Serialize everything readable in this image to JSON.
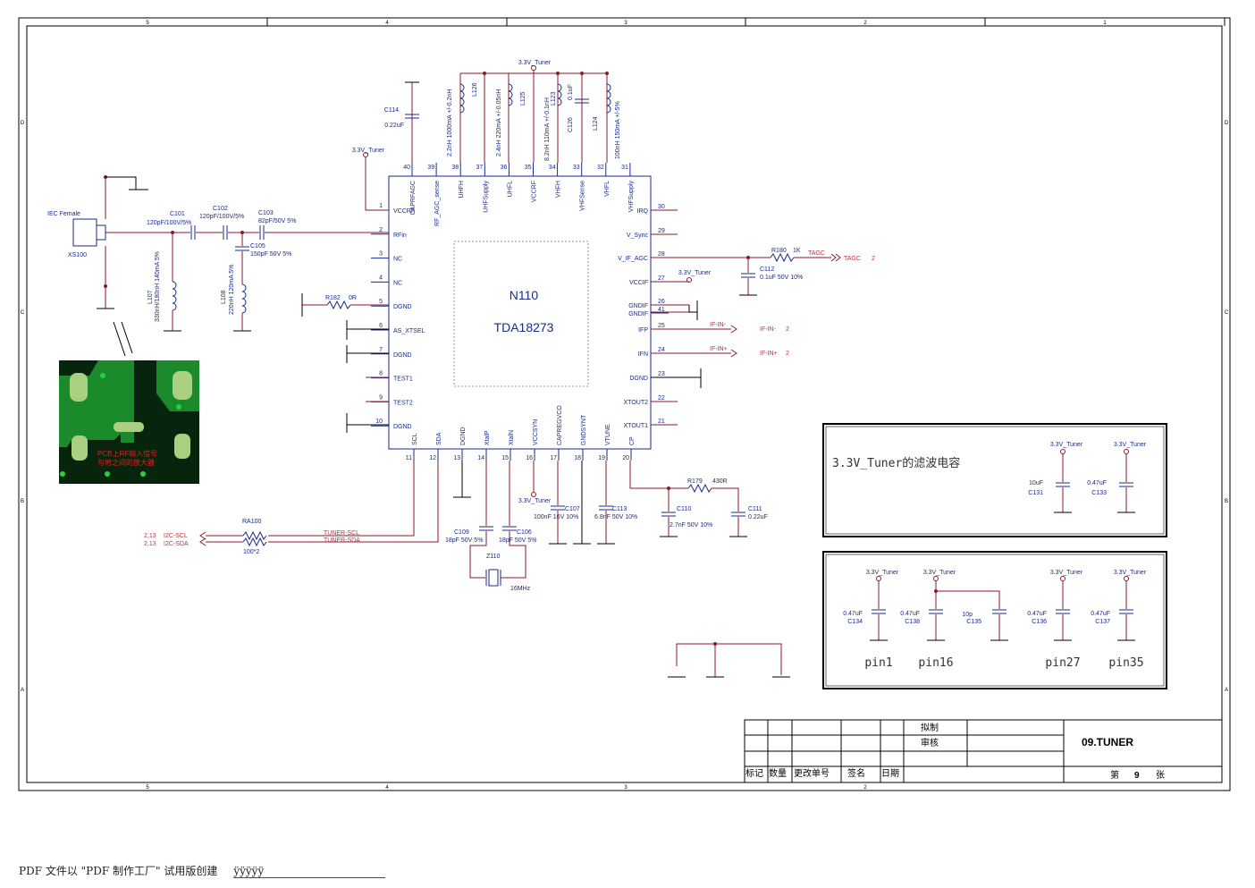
{
  "border": {
    "col_top": [
      "5",
      "4",
      "3",
      "2",
      "1"
    ],
    "col_bottom": [
      "5",
      "4",
      "3",
      "2"
    ],
    "rows": [
      "D",
      "C",
      "B",
      "A"
    ]
  },
  "chip": {
    "ref": "N110",
    "part": "TDA18273"
  },
  "pins_left": [
    {
      "num": "1",
      "name": "VCCRF"
    },
    {
      "num": "2",
      "name": "RFin"
    },
    {
      "num": "3",
      "name": "NC"
    },
    {
      "num": "4",
      "name": "NC"
    },
    {
      "num": "5",
      "name": "DGND"
    },
    {
      "num": "6",
      "name": "AS_XTSEL"
    },
    {
      "num": "7",
      "name": "DGND"
    },
    {
      "num": "8",
      "name": "TEST1"
    },
    {
      "num": "9",
      "name": "TEST2"
    },
    {
      "num": "10",
      "name": "DGND"
    }
  ],
  "pins_right": [
    {
      "num": "30",
      "name": "IRQ"
    },
    {
      "num": "29",
      "name": "V_Sync"
    },
    {
      "num": "28",
      "name": "V_IF_AGC"
    },
    {
      "num": "27",
      "name": "VCCIF"
    },
    {
      "num": "26",
      "name": "GNDIF"
    },
    {
      "num": "41",
      "name": "GNDIF"
    },
    {
      "num": "25",
      "name": "IFP"
    },
    {
      "num": "24",
      "name": "IFN"
    },
    {
      "num": "23",
      "name": "DGND"
    },
    {
      "num": "22",
      "name": "XTOUT2"
    },
    {
      "num": "21",
      "name": "XTOUT1"
    }
  ],
  "pins_top": [
    {
      "num": "40",
      "name": "CAPRFAGC"
    },
    {
      "num": "39",
      "name": "RF_AGC_sense"
    },
    {
      "num": "38",
      "name": "UHFH"
    },
    {
      "num": "37",
      "name": "UHFSupply"
    },
    {
      "num": "36",
      "name": "UHFL"
    },
    {
      "num": "35",
      "name": "VCCRF"
    },
    {
      "num": "34",
      "name": "VHFH"
    },
    {
      "num": "33",
      "name": "VHFSense"
    },
    {
      "num": "32",
      "name": "VHFL"
    },
    {
      "num": "31",
      "name": "VHFSupply"
    }
  ],
  "pins_bottom": [
    {
      "num": "11",
      "name": "SCL"
    },
    {
      "num": "12",
      "name": "SDA"
    },
    {
      "num": "13",
      "name": "DGND"
    },
    {
      "num": "14",
      "name": "XtalP"
    },
    {
      "num": "15",
      "name": "XtalN"
    },
    {
      "num": "16",
      "name": "VCCSYN"
    },
    {
      "num": "17",
      "name": "CAPREGVCO"
    },
    {
      "num": "18",
      "name": "GNDSYNT"
    },
    {
      "num": "19",
      "name": "VTUNE"
    },
    {
      "num": "20",
      "name": "CP"
    }
  ],
  "rail": "3.3V_Tuner",
  "components": {
    "c114": {
      "ref": "C114",
      "val": "0.22uF"
    },
    "l126": {
      "ref": "L126",
      "val": "2.2nH 1000mA +/-0.2nH"
    },
    "l125": {
      "ref": "L125",
      "val": "2.4nH 220mA +/-0.05nH"
    },
    "l123": {
      "ref": "L123",
      "val": "8.2nH 110mA +/-0.1nH"
    },
    "c126": {
      "ref": "C126",
      "val": "0.1uF"
    },
    "l124": {
      "ref": "L124",
      "val": "100nH 150mA +/-5%"
    },
    "xs100": {
      "ref": "XS100",
      "val": "IEC Female"
    },
    "c101": {
      "ref": "C101",
      "val": "120pF/100V/5%"
    },
    "c102": {
      "ref": "C102",
      "val": "120pF/100V/5%"
    },
    "c103": {
      "ref": "C103",
      "val": "82pF/50V 5%"
    },
    "c105": {
      "ref": "C105",
      "val": "150pF 50V 5%"
    },
    "l107": {
      "ref": "L107",
      "val": "330nH/180nH 140mA 5%"
    },
    "l108": {
      "ref": "L108",
      "val": "220nH 120mA 5%"
    },
    "r182": {
      "ref": "R182",
      "val": "0R"
    },
    "r180": {
      "ref": "R180",
      "val": "1K"
    },
    "c112": {
      "ref": "C112",
      "val": "0.1uF 50V 10%"
    },
    "ra100": {
      "ref": "RA100",
      "val": "100*2"
    },
    "c109": {
      "ref": "C109",
      "val": "18pF 50V 5%"
    },
    "c106": {
      "ref": "C106",
      "val": "18pF 50V 5%"
    },
    "z110": {
      "ref": "Z110",
      "val": "16MHz"
    },
    "c107": {
      "ref": "C107",
      "val": "100nF 16V 10%"
    },
    "c113": {
      "ref": "C113",
      "val": "6.8nF 50V 10%"
    },
    "r179": {
      "ref": "R179",
      "val": "430R"
    },
    "c110": {
      "ref": "C110",
      "val": "2.7nF 50V 10%"
    },
    "c111": {
      "ref": "C111",
      "val": "0.22uF"
    }
  },
  "nets": {
    "tagc": "TAGC",
    "tagc_port": "TAGC",
    "tagc_sheet": "2",
    "ifin_m": "IF-IN-",
    "ifin_m_port": "IF-IN-",
    "ifin_m_sheet": "2",
    "ifin_p": "IF-IN+",
    "ifin_p_port": "IF-IN+",
    "ifin_p_sheet": "2",
    "scl": "TUNER-SCL",
    "sda": "TUNER-SDA",
    "i2c_scl": "I2C-SCL",
    "i2c_sda": "I2C-SDA",
    "i2c_sheet": "2,13"
  },
  "pcb_note": [
    "PCB上RF输入信号",
    "与地之间的放大器"
  ],
  "box1": {
    "title": "3.3V_Tuner的滤波电容",
    "caps": [
      {
        "ref": "C131",
        "val": "10uF"
      },
      {
        "ref": "C133",
        "val": "0.47uF"
      }
    ]
  },
  "box2": {
    "caps": [
      {
        "ref": "C134",
        "val": "0.47uF"
      },
      {
        "ref": "C138",
        "val": "0.47uF"
      },
      {
        "ref": "C135",
        "val": "10p"
      },
      {
        "ref": "C136",
        "val": "0.47uF"
      },
      {
        "ref": "C137",
        "val": "0.47uF"
      }
    ],
    "pins": [
      "pin1",
      "pin16",
      "pin27",
      "pin35"
    ]
  },
  "title_block": {
    "drafted": "拟制",
    "reviewed": "审核",
    "sheet_title": "09.TUNER",
    "headers": [
      "标记",
      "数量",
      "更改单号",
      "签名",
      "日期"
    ],
    "sheet_prefix": "第",
    "sheet_num": "9",
    "sheet_suffix": "张"
  },
  "footer": {
    "text": "PDF 文件以 \"PDF 制作工厂\" 试用版创建",
    "link": "ÿÿÿÿÿ"
  }
}
